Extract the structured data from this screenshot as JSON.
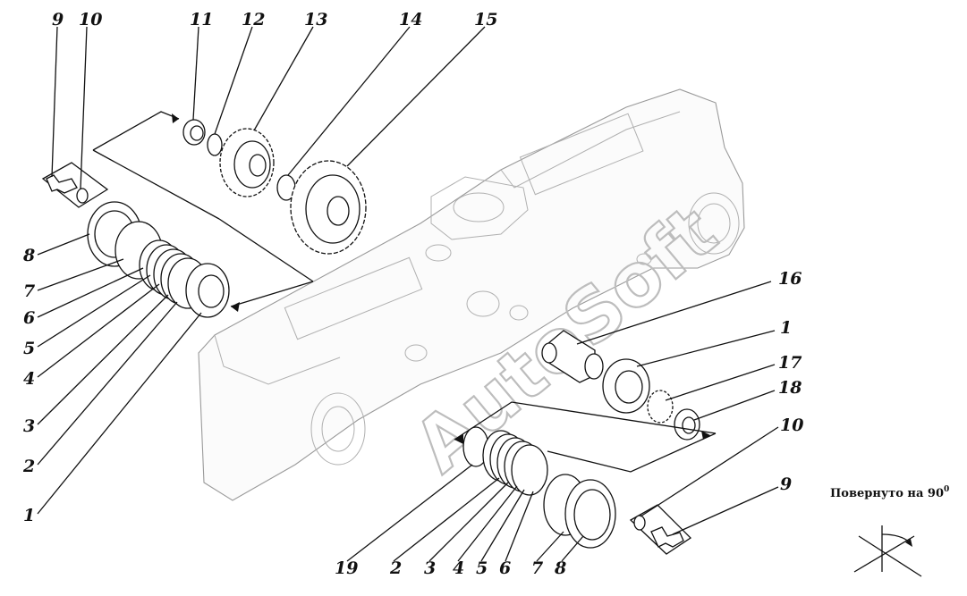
{
  "watermark": "AutoSoft",
  "note_rotated": "Повернуто на 90",
  "note_degree": "0",
  "callouts": [
    {
      "id": "c9a",
      "text": "9"
    },
    {
      "id": "c10a",
      "text": "10"
    },
    {
      "id": "c11",
      "text": "11"
    },
    {
      "id": "c12",
      "text": "12"
    },
    {
      "id": "c13",
      "text": "13"
    },
    {
      "id": "c14",
      "text": "14"
    },
    {
      "id": "c15",
      "text": "15"
    },
    {
      "id": "c8a",
      "text": "8"
    },
    {
      "id": "c7a",
      "text": "7"
    },
    {
      "id": "c6a",
      "text": "6"
    },
    {
      "id": "c5a",
      "text": "5"
    },
    {
      "id": "c4a",
      "text": "4"
    },
    {
      "id": "c3a",
      "text": "3"
    },
    {
      "id": "c2a",
      "text": "2"
    },
    {
      "id": "c1a",
      "text": "1"
    },
    {
      "id": "c16",
      "text": "16"
    },
    {
      "id": "c1b",
      "text": "1"
    },
    {
      "id": "c17",
      "text": "17"
    },
    {
      "id": "c18",
      "text": "18"
    },
    {
      "id": "c10b",
      "text": "10"
    },
    {
      "id": "c9b",
      "text": "9"
    },
    {
      "id": "c19",
      "text": "19"
    },
    {
      "id": "c2b",
      "text": "2"
    },
    {
      "id": "c3b",
      "text": "3"
    },
    {
      "id": "c4b",
      "text": "4"
    },
    {
      "id": "c5b",
      "text": "5"
    },
    {
      "id": "c6b",
      "text": "6"
    },
    {
      "id": "c7b",
      "text": "7"
    },
    {
      "id": "c8b",
      "text": "8"
    }
  ]
}
